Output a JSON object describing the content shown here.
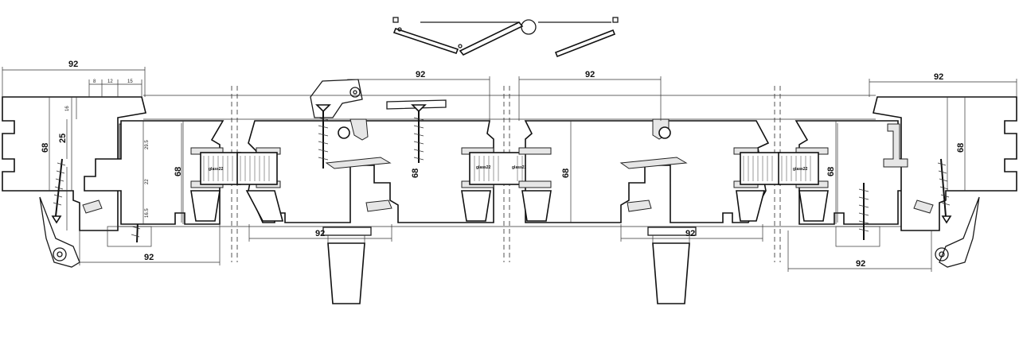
{
  "dimensions": {
    "width_top_left": "92",
    "width_top_center_left": "92",
    "width_top_center_right": "92",
    "width_top_right": "92",
    "width_bottom_left": "92",
    "width_bottom_center_left": "92",
    "width_bottom_center_right": "92",
    "width_bottom_right": "92",
    "depth_left_frame": "68",
    "depth_left_sash": "68",
    "depth_center_left": "68",
    "depth_center_right": "68",
    "depth_right_sash": "68",
    "depth_right_frame": "68",
    "height_left": "25",
    "small_8": "8",
    "small_12": "12",
    "small_15": "15",
    "small_16": "16",
    "small_29_5": "29.5",
    "small_22": "22",
    "small_16_5": "16.5"
  },
  "glass_labels": {
    "left": "glass22",
    "center_a": "glass22",
    "center_b": "glass22",
    "right": "glass22"
  }
}
